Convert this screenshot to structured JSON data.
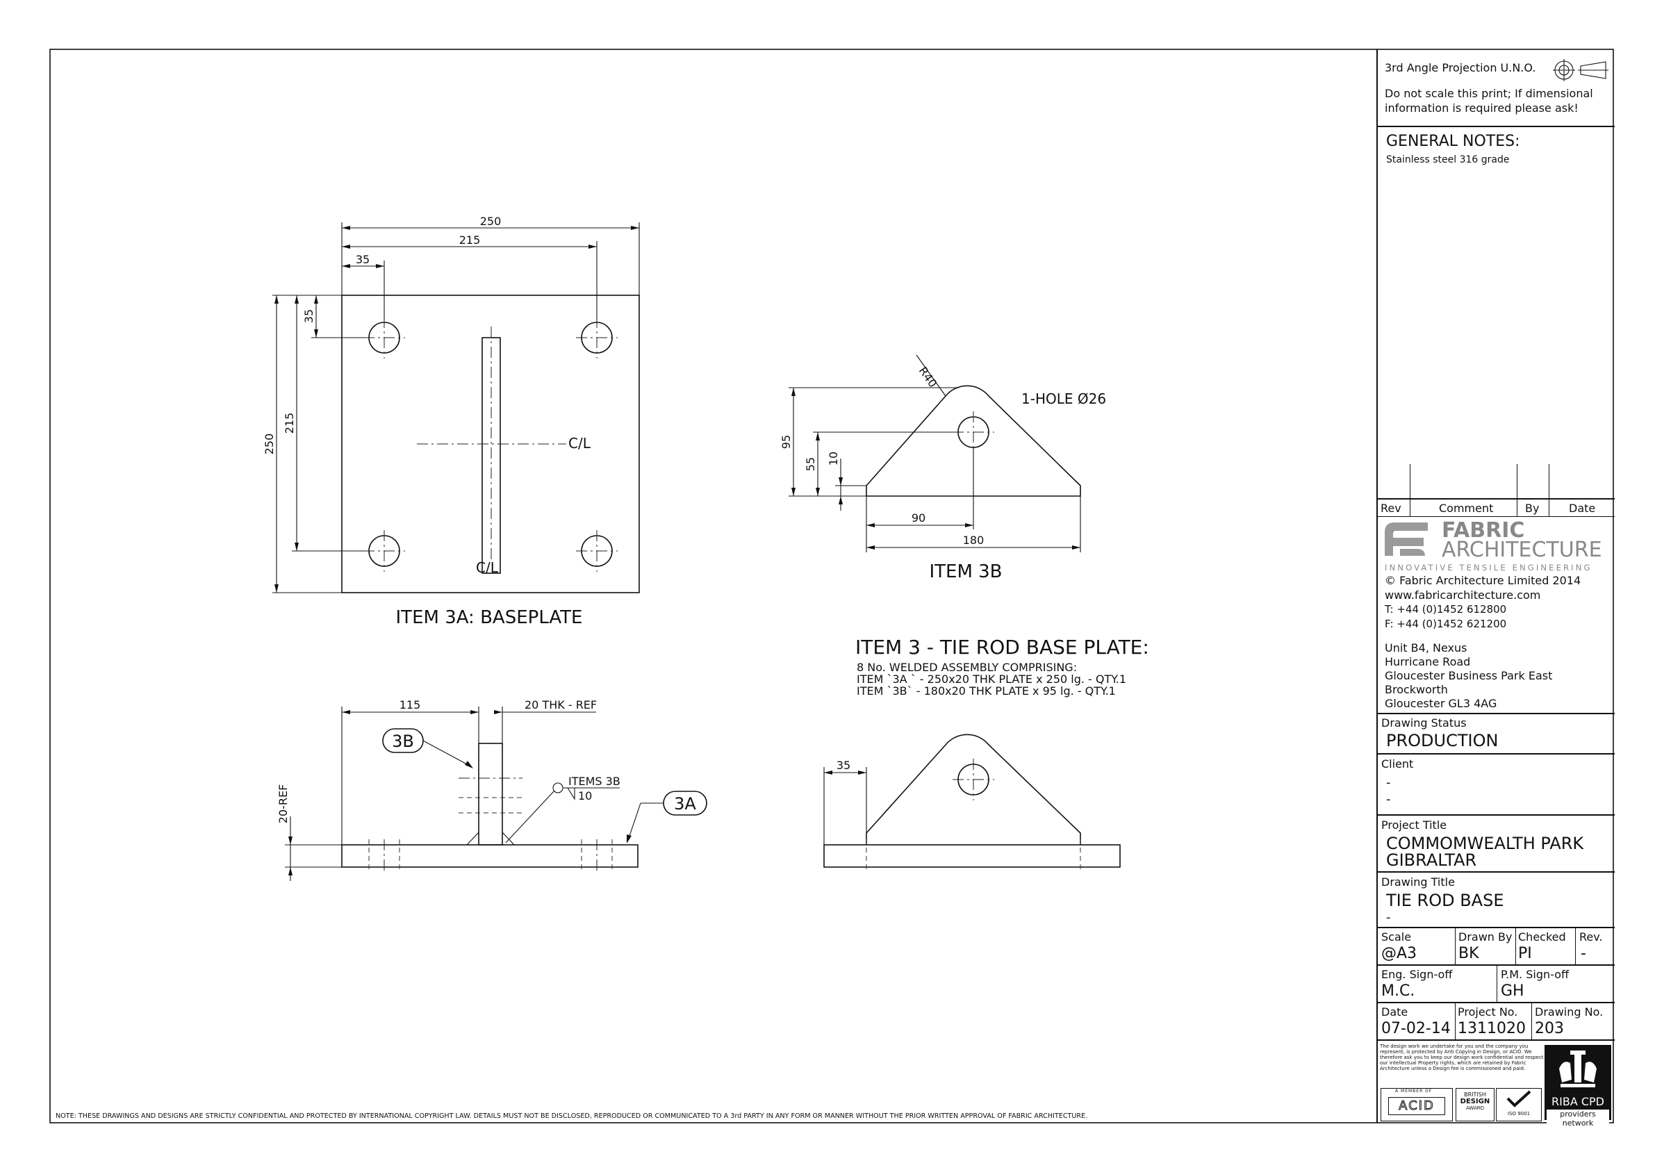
{
  "projection": {
    "text": "3rd Angle Projection U.N.O.",
    "note": "Do not scale this print; If dimensional information is required please ask!"
  },
  "general_notes": {
    "heading": "GENERAL NOTES:",
    "text": "Stainless steel 316 grade"
  },
  "revision_table": {
    "headers": [
      "Rev",
      "Comment",
      "By",
      "Date"
    ]
  },
  "company": {
    "name_line1": "FABRIC",
    "name_line2": "ARCHITECTURE",
    "tagline": "INNOVATIVE TENSILE ENGINEERING",
    "copyright": "© Fabric Architecture Limited 2014",
    "website": "www.fabricarchitecture.com",
    "phone": "T: +44 (0)1452 612800",
    "fax": "F: +44 (0)1452 621200",
    "address": [
      "Unit B4, Nexus",
      "Hurricane Road",
      "Gloucester Business Park East",
      "Brockworth",
      "Gloucester GL3 4AG"
    ]
  },
  "drawing_status": {
    "label": "Drawing Status",
    "value": "PRODUCTION"
  },
  "client": {
    "label": "Client",
    "line1": "-",
    "line2": "-"
  },
  "project_title": {
    "label": "Project Title",
    "line1": "COMMOMWEALTH PARK",
    "line2": "GIBRALTAR"
  },
  "drawing_title": {
    "label": "Drawing Title",
    "line1": "TIE ROD BASE",
    "line2": "-"
  },
  "scale": {
    "label": "Scale",
    "value": "@A3"
  },
  "drawn_by": {
    "label": "Drawn By",
    "value": "BK"
  },
  "checked": {
    "label": "Checked",
    "value": "PI"
  },
  "rev": {
    "label": "Rev.",
    "value": "-"
  },
  "eng_signoff": {
    "label": "Eng. Sign-off",
    "value": "M.C."
  },
  "pm_signoff": {
    "label": "P.M. Sign-off",
    "value": "GH"
  },
  "date": {
    "label": "Date",
    "value": "07-02-14"
  },
  "project_no": {
    "label": "Project No.",
    "value": "1311020"
  },
  "drawing_no": {
    "label": "Drawing No.",
    "value": "203"
  },
  "acid_text": "The design work we undertake for you and the company you represent, is protected by Anti Copying in Design, or ACID. We therefore ask you to keep our design work confidential and respect our intellectual Property rights, which are retained by Fabric Architecture unless a Design fee is commissioned and paid.",
  "badges": {
    "acid_top": "A MEMBER OF",
    "acid": "ACID",
    "british1": "BRITISH",
    "british2": "DESIGN",
    "british3": "AWARD",
    "iso": "ISO 9001",
    "riba": "RIBA CPD",
    "riba_sub": "providers network"
  },
  "footer_note": "NOTE: THESE DRAWINGS AND DESIGNS ARE STRICTLY CONFIDENTIAL AND PROTECTED BY INTERNATIONAL COPYRIGHT LAW. DETAILS MUST NOT BE DISCLOSED, REPRODUCED OR COMMUNICATED TO A 3rd PARTY IN ANY FORM OR MANNER WITHOUT THE PRIOR WRITTEN APPROVAL OF FABRIC ARCHITECTURE.",
  "drawing": {
    "item3a_title": "ITEM 3A: BASEPLATE",
    "item3b_title": "ITEM 3B",
    "assembly_title": "ITEM 3 - TIE ROD BASE PLATE:",
    "assembly_line1": "8 No. WELDED ASSEMBLY COMPRISING:",
    "assembly_line2": "ITEM `3A ` - 250x20 THK PLATE x 250 lg. - QTY.1",
    "assembly_line3": "ITEM `3B` - 180x20 THK PLATE x 95 lg. - QTY.1",
    "baseplate_dims": {
      "width": "250",
      "hole_span": "215",
      "edge": "35",
      "height": "250",
      "hole_span_v": "215",
      "edge_v": "35"
    },
    "centerline": "C/L",
    "item3b_dims": {
      "radius": "R40",
      "hole": "1-HOLE Ø26",
      "height": "95",
      "mid": "55",
      "chamfer": "10",
      "half": "90",
      "width": "180"
    },
    "side_dims": {
      "span": "115",
      "thk_ref": "20 THK - REF",
      "ref": "20-REF",
      "balloon_3b": "3B",
      "balloon_3a": "3A",
      "weld_label": "ITEMS 3B",
      "weld_size": "10"
    },
    "front_dims": {
      "edge": "35"
    }
  }
}
